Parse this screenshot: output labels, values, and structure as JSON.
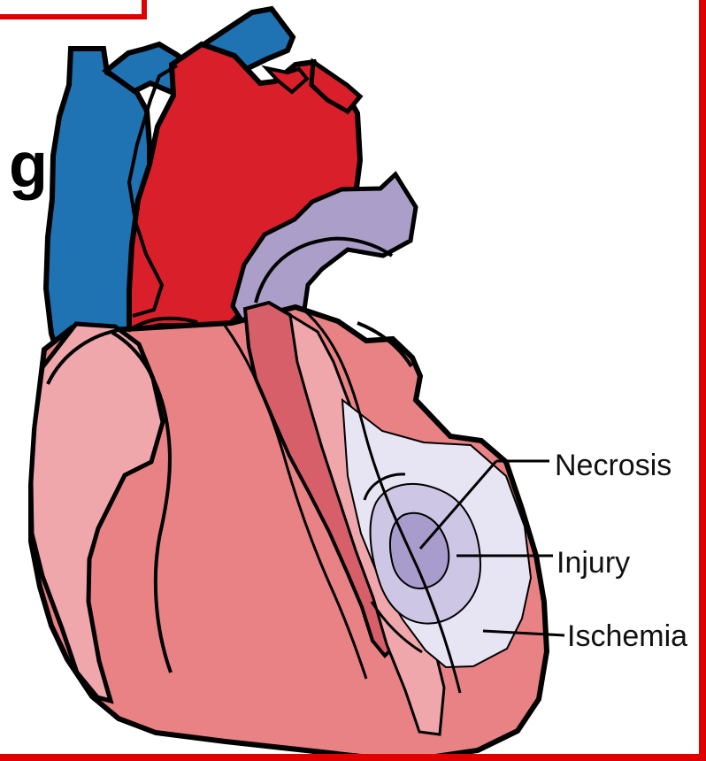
{
  "diagram": {
    "title_fragment": "g",
    "labels": {
      "necrosis": "Necrosis",
      "injury": "Injury",
      "ischemia": "Ischemia"
    }
  },
  "colors": {
    "vein_blue": "#1f73b3",
    "artery_red": "#d81f2a",
    "pulmonary_purple": "#ab9fc9",
    "heart_pink": "#e98284",
    "heart_light_pink": "#f0a7ab",
    "heart_shadow_pink": "#d65f69",
    "ischemia_zone": "#e7e5f3",
    "injury_zone": "#cdc7e5",
    "necrosis_zone": "#a79ccb",
    "border_red": "#e00000",
    "outline": "#000000"
  }
}
